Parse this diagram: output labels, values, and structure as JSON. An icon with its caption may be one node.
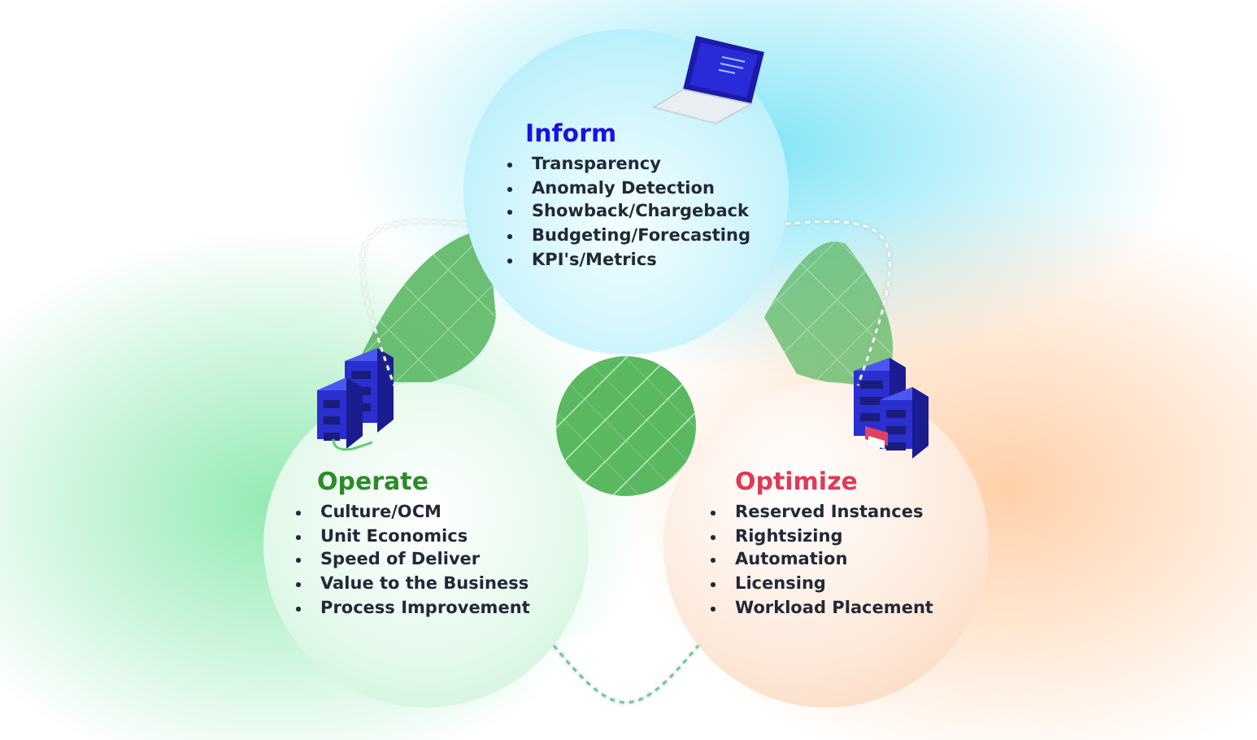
{
  "diagram": {
    "nodes": [
      {
        "text": [
          "Inform",
          "Transparency",
          "Anomaly Detection",
          "Showback/Chargeback",
          "Budgeting/Forecasting",
          "KPI's/Metrics"
        ]
      },
      {
        "text": [
          "Operate",
          "Culture/OCM",
          "Unit Economics",
          "Speed of Deliver",
          "Value to the Business",
          "Process Improvement"
        ]
      },
      {
        "text": [
          "Optimize",
          "Reserved Instances",
          "Rightsizing",
          "Automation",
          "Licensing",
          "Workload Placement"
        ]
      },
      {
        "text": [],
        "shape": "circle"
      }
    ],
    "edges": [
      {
        "from": 0,
        "to": 1,
        "arrow": "none",
        "style": "dashed"
      },
      {
        "from": 0,
        "to": 2,
        "arrow": "none",
        "style": "dashed"
      },
      {
        "from": 1,
        "to": 2,
        "arrow": "none",
        "style": "dashed",
        "color": "#6cc48c"
      }
    ]
  }
}
